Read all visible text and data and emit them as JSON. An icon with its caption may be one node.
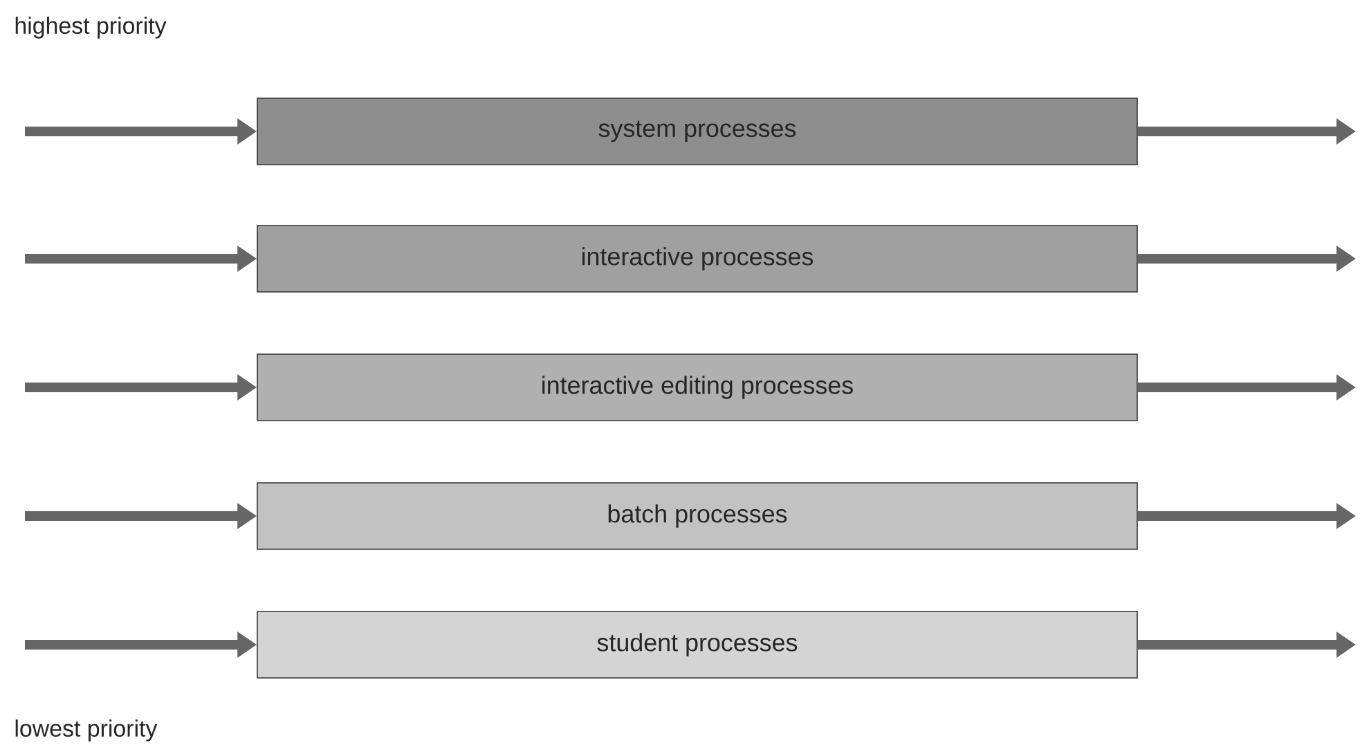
{
  "diagram": {
    "nodes": [
      {
        "text": [
          "system processes"
        ]
      },
      {
        "text": [
          "interactive processes"
        ]
      },
      {
        "text": [
          "interactive editing processes"
        ]
      },
      {
        "text": [
          "batch processes"
        ]
      },
      {
        "text": [
          "student processes"
        ]
      }
    ],
    "edges": [
      {
        "from": null,
        "to": 0,
        "arrow": "to"
      },
      {
        "from": 0,
        "to": null,
        "arrow": "to"
      },
      {
        "from": null,
        "to": 1,
        "arrow": "to"
      },
      {
        "from": 1,
        "to": null,
        "arrow": "to"
      },
      {
        "from": null,
        "to": 2,
        "arrow": "to"
      },
      {
        "from": 2,
        "to": null,
        "arrow": "to"
      },
      {
        "from": null,
        "to": 3,
        "arrow": "to"
      },
      {
        "from": 3,
        "to": null,
        "arrow": "to"
      },
      {
        "from": null,
        "to": 4,
        "arrow": "to"
      },
      {
        "from": 4,
        "to": null,
        "arrow": "to"
      }
    ],
    "labels": [
      "highest priority",
      "lowest priority"
    ]
  }
}
